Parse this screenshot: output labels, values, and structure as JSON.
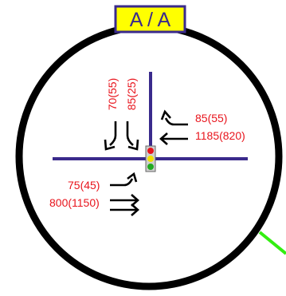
{
  "badge": {
    "label": "A / A",
    "fill": "#ffff00",
    "border": "#3a2a8c"
  },
  "colors": {
    "circle": "#000000",
    "road": "#3a2a8c",
    "volume_text": "#e8141c",
    "leader_line": "#33ee11",
    "signal_red": "#e8141c",
    "signal_yellow": "#f0e000",
    "signal_green": "#22aa22"
  },
  "approaches": {
    "southbound": {
      "right_turn": "70(55)",
      "left_turn": "85(25)"
    },
    "westbound": {
      "left_turn": "85(55)",
      "through": "1185(820)"
    },
    "eastbound": {
      "left_turn": "75(45)",
      "through": "800(1150)"
    }
  },
  "icons": {
    "signal": "traffic-signal-icon",
    "arrows": [
      "right-turn-arrow-icon",
      "left-turn-arrow-icon",
      "through-arrow-icon"
    ]
  }
}
